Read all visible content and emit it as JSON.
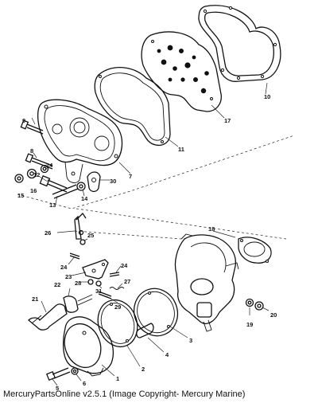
{
  "caption": "MercuryPartsOnline v2.5.1 (Image Copyright- Mercury Marine)",
  "callouts": {
    "c1": "1",
    "c2": "2",
    "c3": "3",
    "c4": "4",
    "c5": "5",
    "c6": "6",
    "c7": "7",
    "c8": "8",
    "c9": "9",
    "c10": "10",
    "c11": "11",
    "c12": "12",
    "c13": "13",
    "c14a": "14",
    "c14b": "14",
    "c15": "15",
    "c16": "16",
    "c17": "17",
    "c18": "18",
    "c19": "19",
    "c20": "20",
    "c21": "21",
    "c22": "22",
    "c23": "23",
    "c24a": "24",
    "c24b": "24",
    "c25": "25",
    "c26": "26",
    "c27": "27",
    "c28": "28",
    "c29": "29",
    "c30": "30",
    "c31": "31"
  }
}
